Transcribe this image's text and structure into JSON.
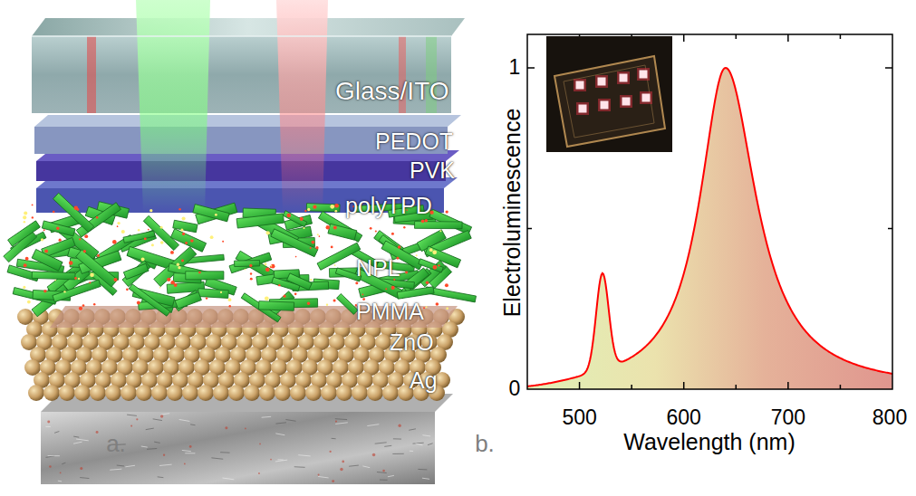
{
  "diagram": {
    "labels": [
      "Glass/ITO",
      "PEDOT",
      "PVK",
      "polyTPD",
      "NPL",
      "PMMA",
      "ZnO",
      "Ag",
      "a.",
      "b.",
      "Electroluminescence",
      "0",
      "1",
      "500",
      "600",
      "700",
      "800",
      "Wavelength (nm)"
    ]
  }
}
